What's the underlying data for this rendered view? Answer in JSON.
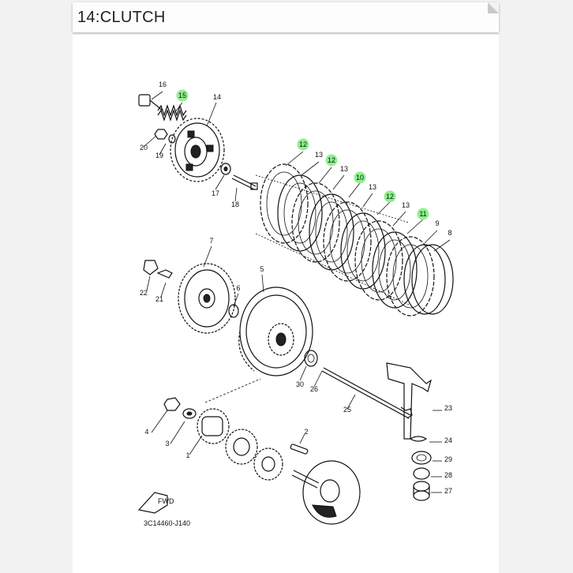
{
  "header": {
    "title": "14:CLUTCH"
  },
  "diagram": {
    "code": "3C14460-J140",
    "fwd_label": "FWD",
    "highlight_color": "#8ff08f",
    "callouts": [
      {
        "id": "c16",
        "text": "16",
        "hl": false
      },
      {
        "id": "c15",
        "text": "15",
        "hl": true
      },
      {
        "id": "c14",
        "text": "14",
        "hl": false
      },
      {
        "id": "c20",
        "text": "20",
        "hl": false
      },
      {
        "id": "c19",
        "text": "19",
        "hl": false
      },
      {
        "id": "c17",
        "text": "17",
        "hl": false
      },
      {
        "id": "c18",
        "text": "18",
        "hl": false
      },
      {
        "id": "c12a",
        "text": "12",
        "hl": true
      },
      {
        "id": "c13a",
        "text": "13",
        "hl": false
      },
      {
        "id": "c12b",
        "text": "12",
        "hl": true
      },
      {
        "id": "c13b",
        "text": "13",
        "hl": false
      },
      {
        "id": "c10",
        "text": "10",
        "hl": true
      },
      {
        "id": "c13c",
        "text": "13",
        "hl": false
      },
      {
        "id": "c12c",
        "text": "12",
        "hl": true
      },
      {
        "id": "c13d",
        "text": "13",
        "hl": false
      },
      {
        "id": "c11",
        "text": "11",
        "hl": true
      },
      {
        "id": "c9",
        "text": "9",
        "hl": false
      },
      {
        "id": "c8",
        "text": "8",
        "hl": false
      },
      {
        "id": "c7",
        "text": "7",
        "hl": false
      },
      {
        "id": "c22",
        "text": "22",
        "hl": false
      },
      {
        "id": "c21",
        "text": "21",
        "hl": false
      },
      {
        "id": "c6",
        "text": "6",
        "hl": false
      },
      {
        "id": "c5",
        "text": "5",
        "hl": false
      },
      {
        "id": "c30",
        "text": "30",
        "hl": false
      },
      {
        "id": "c26",
        "text": "26",
        "hl": false
      },
      {
        "id": "c25",
        "text": "25",
        "hl": false
      },
      {
        "id": "c23",
        "text": "23",
        "hl": false
      },
      {
        "id": "c24",
        "text": "24",
        "hl": false
      },
      {
        "id": "c29",
        "text": "29",
        "hl": false
      },
      {
        "id": "c28",
        "text": "28",
        "hl": false
      },
      {
        "id": "c27",
        "text": "27",
        "hl": false
      },
      {
        "id": "c4",
        "text": "4",
        "hl": false
      },
      {
        "id": "c3",
        "text": "3",
        "hl": false
      },
      {
        "id": "c1",
        "text": "1",
        "hl": false
      },
      {
        "id": "c2",
        "text": "2",
        "hl": false
      }
    ]
  }
}
